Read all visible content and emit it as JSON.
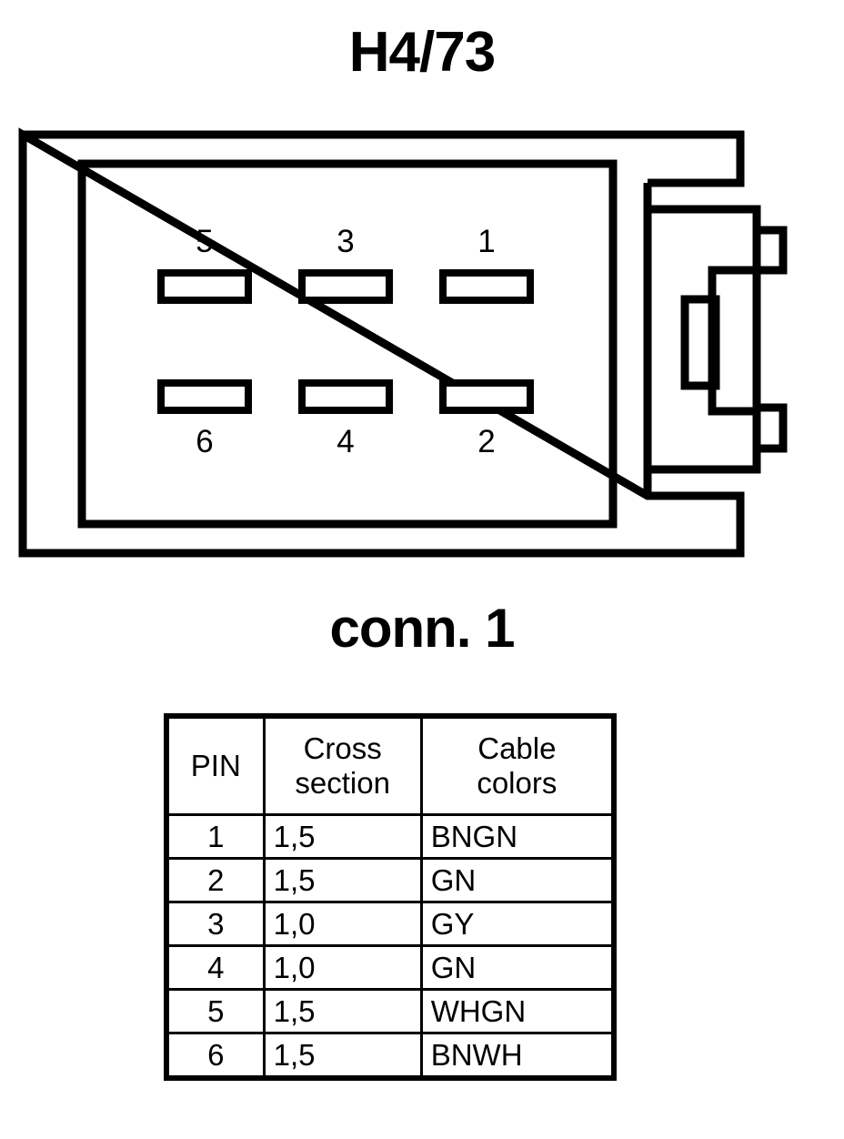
{
  "connector": {
    "title": "H4/73",
    "subtitle": "conn. 1",
    "pins": [
      {
        "label": "5",
        "position": "top-left"
      },
      {
        "label": "3",
        "position": "top-center"
      },
      {
        "label": "1",
        "position": "top-right"
      },
      {
        "label": "6",
        "position": "bottom-left"
      },
      {
        "label": "4",
        "position": "bottom-center"
      },
      {
        "label": "2",
        "position": "bottom-right"
      }
    ],
    "line_color": "#000000",
    "body_color": "#ffffff"
  },
  "table": {
    "headers": [
      "PIN",
      "Cross section",
      "Cable colors"
    ],
    "header_lines": {
      "pin": "PIN",
      "cross_line1": "Cross",
      "cross_line2": "section",
      "colors_line1": "Cable",
      "colors_line2": "colors"
    },
    "rows": [
      {
        "pin": "1",
        "cross_section": "1,5",
        "cable_colors": "BNGN"
      },
      {
        "pin": "2",
        "cross_section": "1,5",
        "cable_colors": "GN"
      },
      {
        "pin": "3",
        "cross_section": "1,0",
        "cable_colors": "GY"
      },
      {
        "pin": "4",
        "cross_section": "1,0",
        "cable_colors": "GN"
      },
      {
        "pin": "5",
        "cross_section": "1,5",
        "cable_colors": "WHGN"
      },
      {
        "pin": "6",
        "cross_section": "1,5",
        "cable_colors": "BNWH"
      }
    ]
  }
}
